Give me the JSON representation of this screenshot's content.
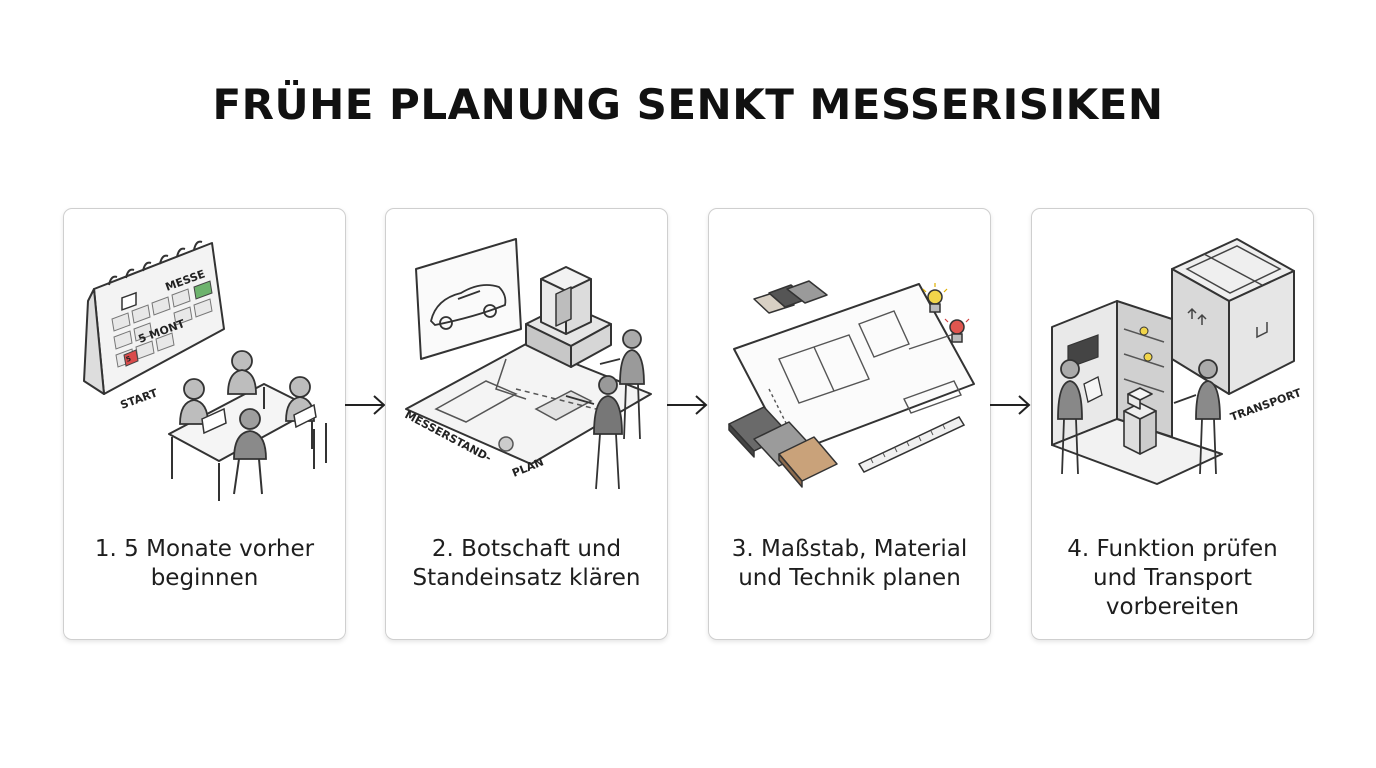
{
  "title": "FRÜHE PLANUNG SENKT MESSERISIKEN",
  "steps": [
    {
      "label_line1": "1. 5 Monate vorher",
      "label_line2": "beginnen",
      "label_line3": "",
      "illustration_texts": {
        "calendar_top": "MESSE",
        "calendar_mid": "5 MONT",
        "calendar_mark": "5",
        "start": "START"
      }
    },
    {
      "label_line1": "2. Botschaft und",
      "label_line2": "Standeinsatz klären",
      "label_line3": "",
      "illustration_texts": {
        "plan_a": "MESSERSTAND-",
        "plan_b": "PLAN"
      }
    },
    {
      "label_line1": "3. Maßstab, Material",
      "label_line2": "und Technik planen",
      "label_line3": "",
      "illustration_texts": {}
    },
    {
      "label_line1": "4. Funktion prüfen",
      "label_line2": "und Transport",
      "label_line3": "vorbereiten",
      "illustration_texts": {
        "transport": "TRANSPORT"
      }
    }
  ],
  "colors": {
    "calendar_red": "#d94b4b",
    "calendar_green": "#6db36d",
    "lamp_yellow": "#f1d54a",
    "lamp_red": "#e0564f",
    "wood": "#c9a27a"
  }
}
